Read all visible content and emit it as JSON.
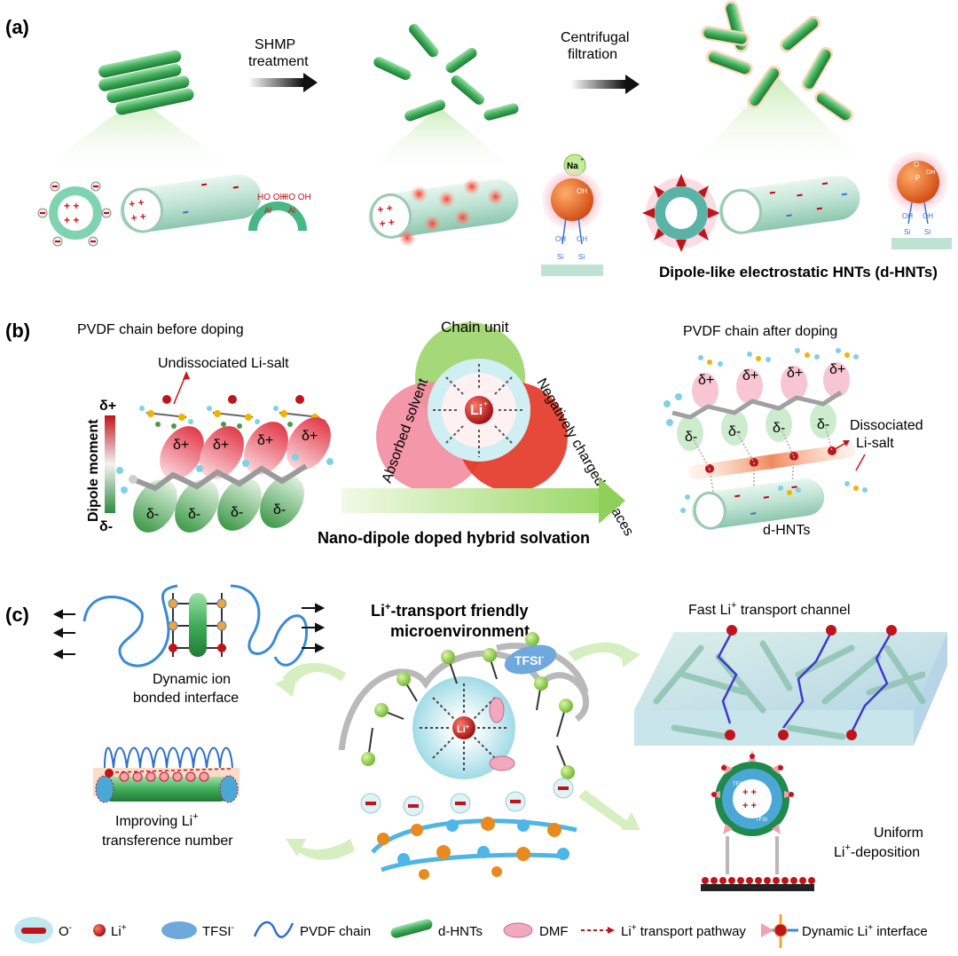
{
  "panel_a": {
    "letter": "(a)",
    "step1_line1": "SHMP",
    "step1_line2": "treatment",
    "step2_line1": "Centrifugal",
    "step2_line2": "filtration",
    "na": "Na",
    "na_sup": "+",
    "oh": "OH",
    "ho": "HO",
    "al": "Al",
    "si": "Si",
    "p": "P",
    "o": "O",
    "caption": "Dipole-like electrostatic HNTs (d-HNTs)"
  },
  "panel_b": {
    "letter": "(b)",
    "before_title": "PVDF chain before doping",
    "undissociated": "Undissociated Li-salt",
    "dipole_axis": "Dipole moment",
    "delta_plus": "δ+",
    "delta_minus": "δ-",
    "venn_top": "Chain unit",
    "venn_right": "Negatively charged surfaces",
    "venn_left": "Absorbed solvent",
    "center_ion": "Li",
    "center_ion_sup": "+",
    "arrow_caption": "Nano-dipole doped hybrid solvation",
    "after_title": "PVDF chain after doping",
    "dissociated_line1": "Dissociated",
    "dissociated_line2": "Li-salt",
    "dhnts": "d-HNTs"
  },
  "panel_c": {
    "letter": "(c)",
    "center_title_line1_a": "Li",
    "center_title_line1_sup": "+",
    "center_title_line1_b": "-transport friendly",
    "center_title_line2": "microenvironment",
    "tfsi": "TFSI",
    "tfsi_sup": "-",
    "li_center": "Li",
    "li_center_sup": "+",
    "dynamic_line1": "Dynamic ion",
    "dynamic_line2": "bonded interface",
    "improve_line1_a": "Improving Li",
    "improve_line1_sup": "+",
    "improve_line2": "transference number",
    "fast_a": "Fast Li",
    "fast_sup": "+",
    "fast_b": " transport channel",
    "uniform_line1": "Uniform",
    "uniform_line2_a": "Li",
    "uniform_line2_sup": "+",
    "uniform_line2_b": "-deposition",
    "tfsi_small": "TFSI"
  },
  "legend": {
    "items": [
      {
        "label": "O",
        "sup": "-"
      },
      {
        "label": "Li",
        "sup": "+"
      },
      {
        "label": "TFSI",
        "sup": "-"
      },
      {
        "label": "PVDF chain",
        "sup": ""
      },
      {
        "label": "d-HNTs",
        "sup": ""
      },
      {
        "label": "DMF",
        "sup": ""
      },
      {
        "label": "Li",
        "sup": "+",
        "tail": " transport  pathway"
      },
      {
        "label": "Dynamic Li",
        "sup": "+",
        "tail": "  interface"
      }
    ]
  },
  "colors": {
    "tube_green": "#3fae5a",
    "tube_mint": "#bfe3d3",
    "li_red": "#c0141a",
    "pink": "#ee8fa6",
    "tfsi_blue": "#6fa8dc",
    "pvdf_blue": "#2f6fcf"
  }
}
